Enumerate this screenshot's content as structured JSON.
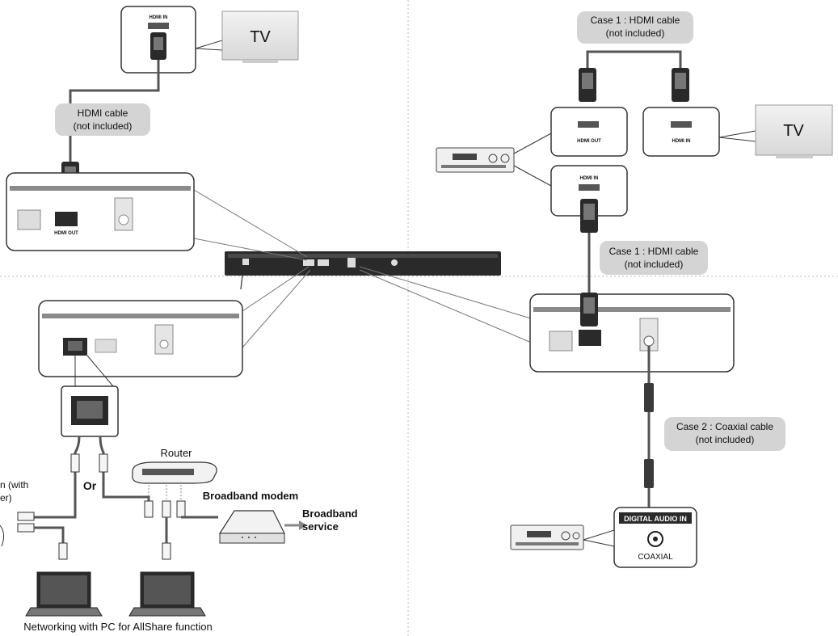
{
  "top_left": {
    "hdmi_in_label": "HDMI IN",
    "tv_label": "TV",
    "cable_line1": "HDMI cable",
    "cable_line2": "(not included)",
    "hdmi_out_label": "HDMI OUT"
  },
  "top_right": {
    "case1_top_line1": "Case 1 : HDMI cable",
    "case1_top_line2": "(not included)",
    "hdmi_out_label": "HDMI OUT",
    "hdmi_in_label": "HDMI IN",
    "tv_label": "TV",
    "receiver_hdmi_in_label": "HDMI IN",
    "case1_mid_line1": "Case 1 : HDMI cable",
    "case1_mid_line2": "(not included)",
    "case2_line1": "Case 2 : Coaxial cable",
    "case2_line2": "(not included)",
    "digital_audio_in": "DIGITAL AUDIO IN",
    "coaxial": "COAXIAL"
  },
  "bottom_left": {
    "or_label": "Or",
    "router_label": "Router",
    "pc_label_line1": "n (with",
    "pc_label_line2": "er)",
    "modem_label": "Broadband modem",
    "service_line1": "Broadband",
    "service_line2": "service",
    "caption": "Networking with PC for AllShare function"
  },
  "colors": {
    "bubble": "#d4d4d4",
    "panel_stripe": "#8a8a8a",
    "device_dark": "#2a2a2a",
    "cable": "#555555"
  }
}
